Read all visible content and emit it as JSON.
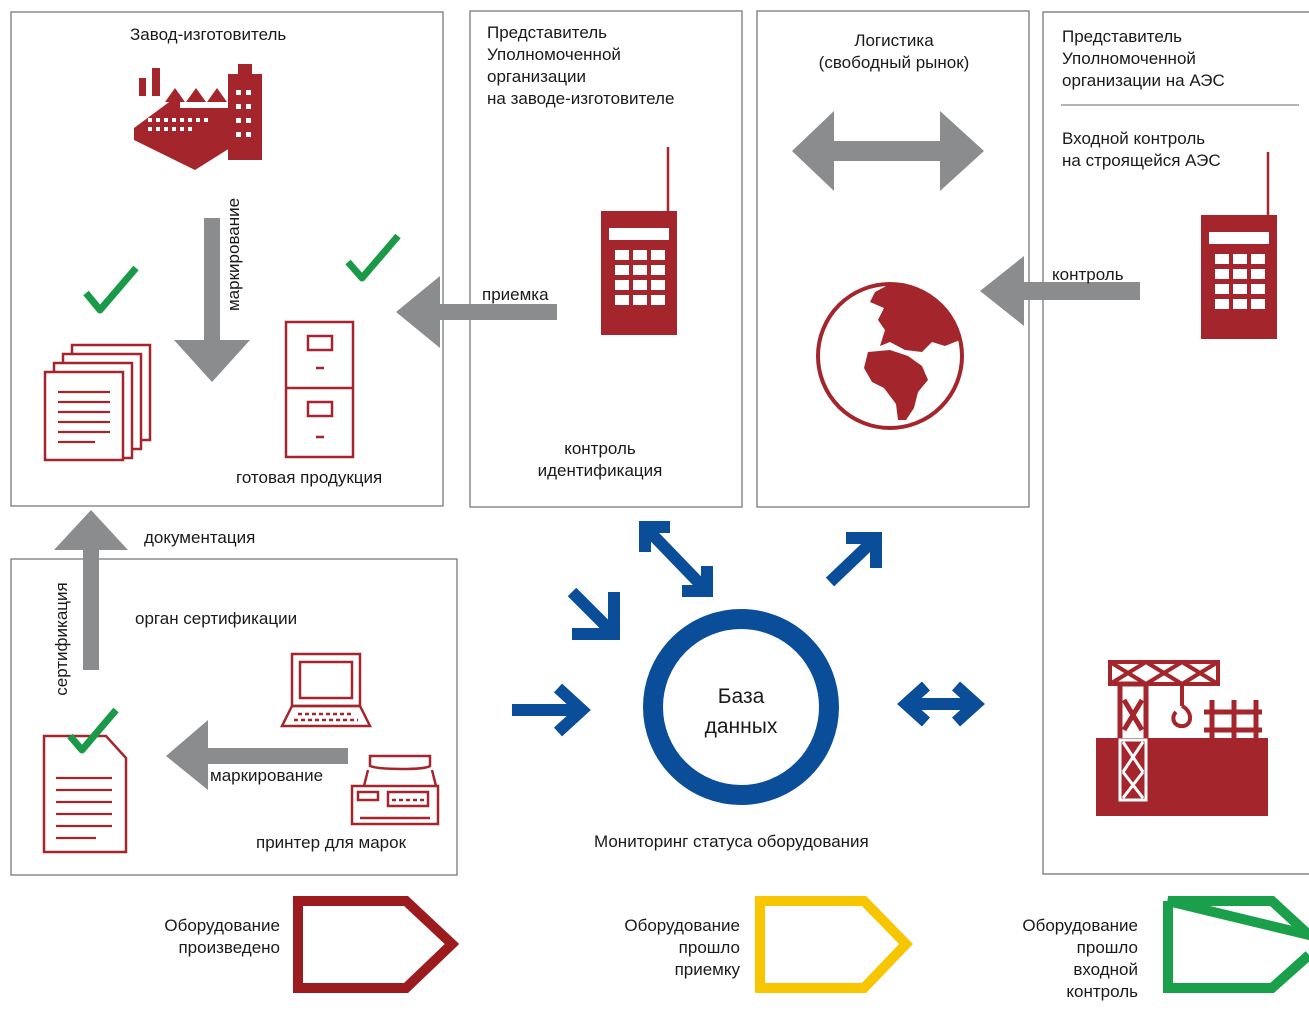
{
  "boxes": {
    "manufacturer": {
      "title": "Завод-изготовитель",
      "marking": "маркирование",
      "finished": "готовая продукция"
    },
    "representative": {
      "title": [
        "Представитель",
        "Уполномоченной",
        "организации",
        "на заводе-изготовителе"
      ],
      "control": [
        "контроль",
        "идентификация"
      ]
    },
    "logistics": {
      "title": [
        "Логистика",
        "(свободный рынок)"
      ]
    },
    "npp": {
      "title": [
        "Представитель",
        "Уполномоченной",
        "организации на АЭС"
      ],
      "incoming": [
        "Входной контроль",
        "на строящейся АЭС"
      ]
    },
    "certification": {
      "title": "орган сертификации",
      "marking": "маркирование",
      "printer": "принтер для марок"
    }
  },
  "arrows": {
    "acceptance": "приемка",
    "control": "контроль",
    "documentation": "документация",
    "certification": "сертификация"
  },
  "database": {
    "line1": "База",
    "line2": "данных",
    "caption": "Мониторинг статуса оборудования"
  },
  "statuses": [
    {
      "lines": [
        "Оборудование",
        "произведено"
      ],
      "color": "#9b1b1f"
    },
    {
      "lines": [
        "Оборудование",
        "прошло",
        "приемку"
      ],
      "color": "#f7c600"
    },
    {
      "lines": [
        "Оборудование",
        "прошло",
        "входной",
        "контроль"
      ],
      "color": "#1aa04a"
    }
  ],
  "colors": {
    "red": "#a4262c",
    "blue": "#0a4d98",
    "gray": "#8a8c8e",
    "green": "#1a9a48"
  }
}
